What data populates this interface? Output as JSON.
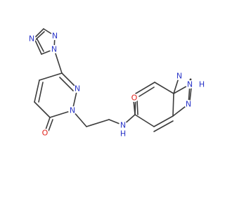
{
  "molecule": {
    "atoms": {
      "n_tri_1": "N",
      "n_tri_2": "N",
      "n_tri_4": "N",
      "n_pyr_1": "N",
      "n_pyr_2": "N",
      "o_pyr": "O",
      "nh_amide": "N",
      "h_amide": "H",
      "o_amide": "O",
      "n_bt_1": "N",
      "n_bt_2": "N",
      "h_bt": "H",
      "n_bt_3": "N"
    }
  },
  "colors": {
    "nitrogen": "#2a35c8",
    "oxygen": "#e0231c",
    "bond": "#3c3c3c"
  }
}
